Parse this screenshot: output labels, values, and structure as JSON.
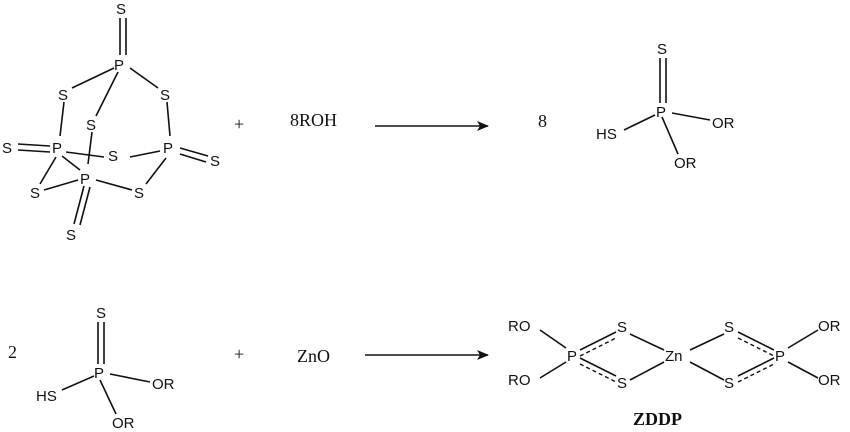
{
  "reaction1": {
    "reactant_atoms": {
      "s_top": "S",
      "p_top": "P",
      "s_ul": "S",
      "s_ur": "S",
      "s_mid": "S",
      "s_left_exo": "S",
      "p_left": "P",
      "s_center": "S",
      "p_right": "P",
      "s_right_exo": "S",
      "s_ll": "S",
      "p_bottom": "P",
      "s_lr": "S",
      "s_bottom": "S"
    },
    "plus": "+",
    "reagent": "8ROH",
    "coefficient": "8",
    "product_atoms": {
      "s": "S",
      "p": "P",
      "sh": "HS",
      "or1": "OR",
      "or2": "OR"
    }
  },
  "reaction2": {
    "coefficient": "2",
    "reactant_atoms": {
      "s": "S",
      "p": "P",
      "sh": "HS",
      "or1": "OR",
      "or2": "OR"
    },
    "plus": "+",
    "reagent": "ZnO",
    "product_atoms": {
      "ro1": "RO",
      "ro2": "RO",
      "p_left": "P",
      "s1": "S",
      "s2": "S",
      "zn": "Zn",
      "s3": "S",
      "s4": "S",
      "p_right": "P",
      "or1": "OR",
      "or2": "OR"
    },
    "product_name": "ZDDP"
  }
}
